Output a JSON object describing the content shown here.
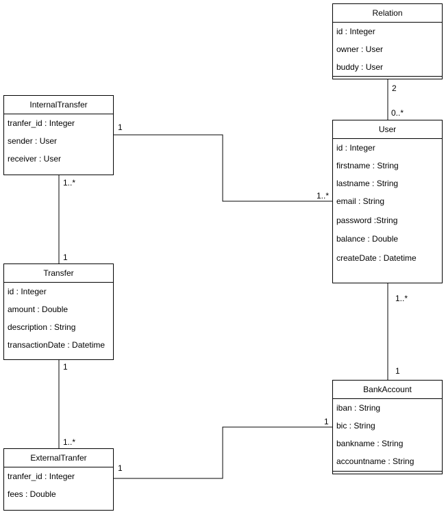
{
  "classes": {
    "relation": {
      "name": "Relation",
      "attributes": [
        "id : Integer",
        "owner : User",
        "buddy : User"
      ]
    },
    "internal_transfer": {
      "name": "InternalTransfer",
      "attributes": [
        "tranfer_id : Integer",
        "sender : User",
        "receiver : User"
      ]
    },
    "user": {
      "name": "User",
      "attributes": [
        "id : Integer",
        "firstname : String",
        "lastname : String",
        "email : String",
        "password :String",
        "balance : Double",
        "createDate : Datetime"
      ]
    },
    "transfer": {
      "name": "Transfer",
      "attributes": [
        "id : Integer",
        "amount : Double",
        "description : String",
        "transactionDate : Datetime"
      ]
    },
    "bank_account": {
      "name": "BankAccount",
      "attributes": [
        "iban : String",
        "bic : String",
        "bankname : String",
        "accountname : String"
      ]
    },
    "external_transfer": {
      "name": "ExternalTranfer",
      "attributes": [
        "tranfer_id : Integer",
        "fees : Double"
      ]
    }
  },
  "associations": [
    {
      "from": "relation",
      "to": "user",
      "from_multiplicity": "2",
      "to_multiplicity": "0..*"
    },
    {
      "from": "internal_transfer",
      "to": "user",
      "from_multiplicity": "1",
      "to_multiplicity": "1..*"
    },
    {
      "from": "internal_transfer",
      "to": "transfer",
      "from_multiplicity": "1..*",
      "to_multiplicity": "1"
    },
    {
      "from": "transfer",
      "to": "external_transfer",
      "from_multiplicity": "1",
      "to_multiplicity": "1..*"
    },
    {
      "from": "user",
      "to": "bank_account",
      "from_multiplicity": "1..*",
      "to_multiplicity": "1"
    },
    {
      "from": "external_transfer",
      "to": "bank_account",
      "from_multiplicity": "1",
      "to_multiplicity": "1"
    }
  ]
}
